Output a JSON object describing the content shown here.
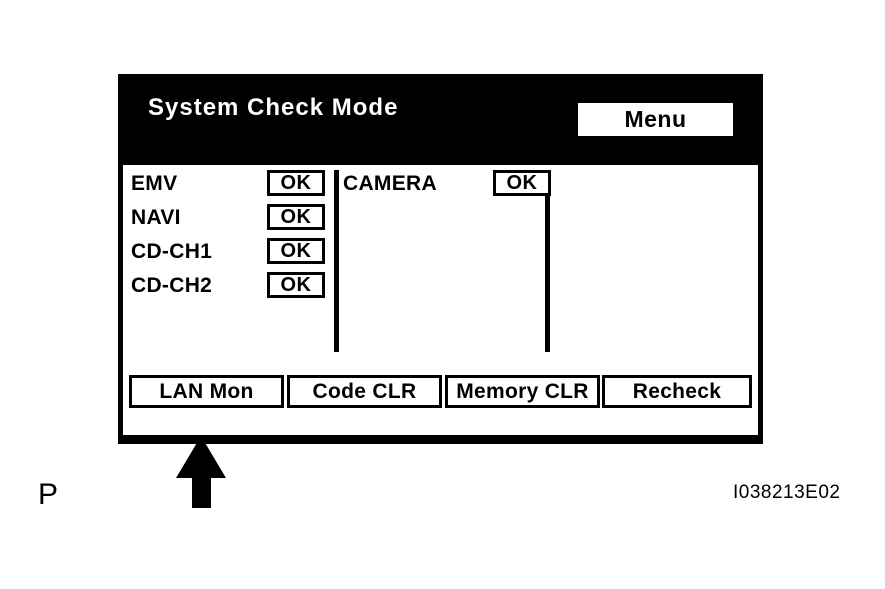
{
  "screen": {
    "title": "System Check Mode",
    "menu_button_label": "Menu",
    "columns": [
      {
        "rows": [
          {
            "label": "EMV",
            "status": "OK"
          },
          {
            "label": "NAVI",
            "status": "OK"
          },
          {
            "label": "CD-CH1",
            "status": "OK"
          },
          {
            "label": "CD-CH2",
            "status": "OK"
          }
        ]
      },
      {
        "rows": [
          {
            "label": "CAMERA",
            "status": "OK"
          }
        ]
      },
      {
        "rows": []
      }
    ],
    "actions": [
      {
        "label": "LAN Mon"
      },
      {
        "label": "Code CLR"
      },
      {
        "label": "Memory CLR"
      },
      {
        "label": "Recheck"
      }
    ]
  },
  "annotations": {
    "position_marker": "P",
    "figure_id": "I038213E02",
    "callout_target": "LAN Mon"
  },
  "colors": {
    "header_background": "#000000",
    "header_text": "#ffffff",
    "body_background": "#ffffff",
    "body_text": "#000000",
    "border": "#000000"
  }
}
